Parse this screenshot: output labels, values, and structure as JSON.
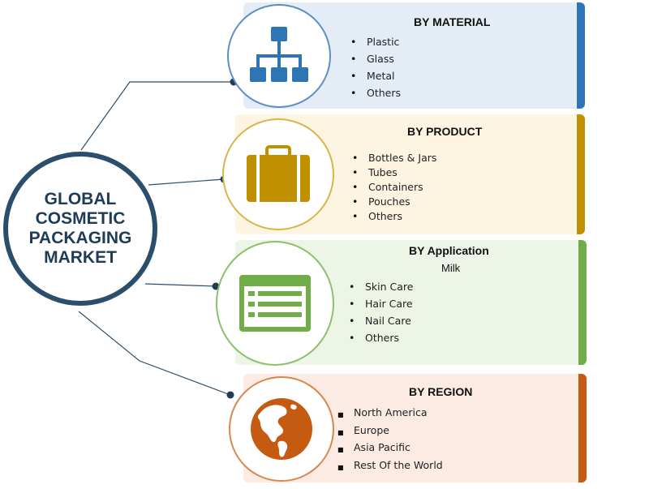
{
  "hub": {
    "lines": [
      "GLOBAL",
      "COSMETIC",
      "PACKAGING",
      "MARKET"
    ]
  },
  "colors": {
    "hub_border": "#2a4e6c",
    "material": "#2e75b6",
    "product": "#c09000",
    "application": "#70ad47",
    "region": "#c55a11"
  },
  "sections": [
    {
      "title": "BY MATERIAL",
      "icon": "hierarchy-icon",
      "items": [
        "Plastic",
        "Glass",
        "Metal",
        "Others"
      ]
    },
    {
      "title": "BY PRODUCT",
      "icon": "briefcase-icon",
      "items": [
        "Bottles & Jars",
        "Tubes",
        "Containers",
        "Pouches",
        "Others"
      ]
    },
    {
      "title": "BY Application",
      "subtitle": "Milk",
      "icon": "list-window-icon",
      "items": [
        "Skin Care",
        "Hair Care",
        "Nail Care",
        "Others"
      ]
    },
    {
      "title": "BY REGION",
      "icon": "globe-icon",
      "items": [
        "North America",
        "Europe",
        "Asia Pacific",
        "Rest Of the World"
      ]
    }
  ]
}
